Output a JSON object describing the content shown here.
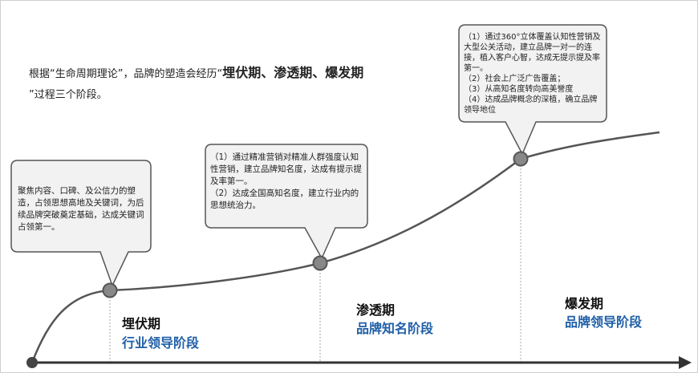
{
  "intro": {
    "prefix": "根据“生命周期理论”，品牌的塑造会经历“",
    "highlight": "埋伏期、渗透期、爆发期",
    "suffix": "”过程三个阶段。"
  },
  "bubbles": [
    {
      "text": "聚焦内容、口碑、及公信力的塑造，占领思想高地及关键词，为后续品牌突破奠定基础，达成关键词占领第一。"
    },
    {
      "text": "（1）通过精准营销对精准人群强度认知性营销，建立品牌知名度，达成有提示提及率第一。\n（2）达成全国高知名度，建立行业内的思想统治力。"
    },
    {
      "text": "（1）通过360°立体覆盖认知性营销及大型公关活动，建立品牌一对一的连接，植入客户心智，达成无提示提及率第一。\n（2）社会上广泛广告覆盖；\n（3）从高知名度转向高美誉度\n（4）达成品牌概念的深植，确立品牌领导地位"
    }
  ],
  "phases": [
    {
      "name": "埋伏期",
      "sub": "行业领导阶段"
    },
    {
      "name": "渗透期",
      "sub": "品牌知名阶段"
    },
    {
      "name": "爆发期",
      "sub": "品牌领导阶段"
    }
  ],
  "colors": {
    "axis": "#333333",
    "curve": "#555555",
    "accent": "#1f5fa8",
    "bubble_fill": "#f2f2f2",
    "bubble_stroke": "#555555"
  }
}
